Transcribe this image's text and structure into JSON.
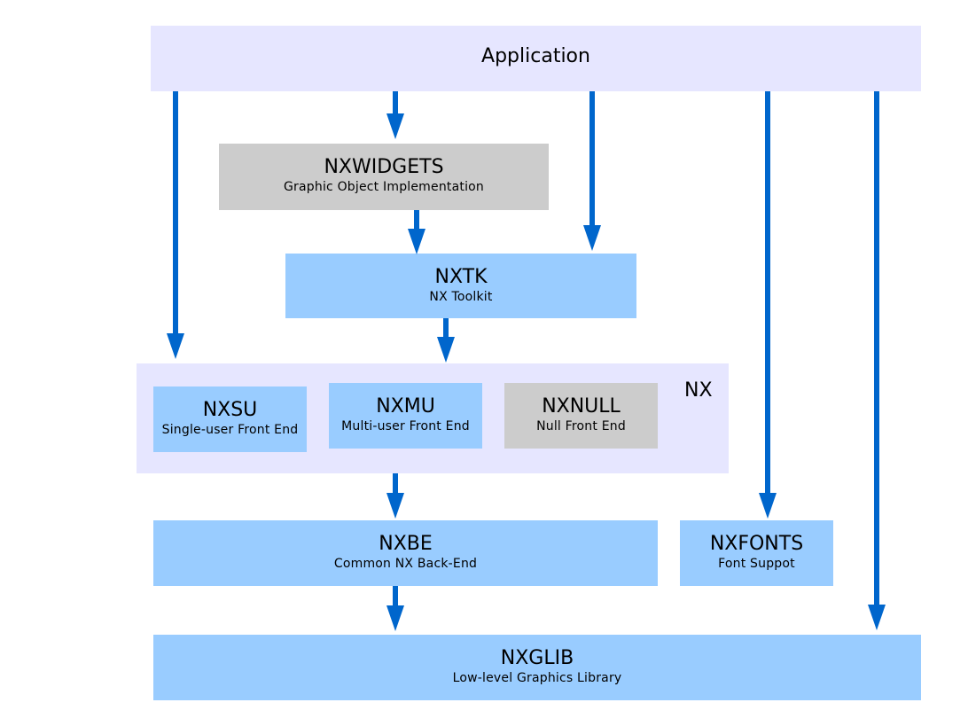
{
  "colors": {
    "blue_box": "#99ccff",
    "gray_box": "#cccccc",
    "lavender": "#e6e6ff",
    "arrow": "#0066cc"
  },
  "application": {
    "label": "Application"
  },
  "nxwidgets": {
    "title": "NXWIDGETS",
    "subtitle": "Graphic Object Implementation"
  },
  "nxtk": {
    "title": "NXTK",
    "subtitle": "NX Toolkit"
  },
  "nx": {
    "label": "NX",
    "nxsu": {
      "title": "NXSU",
      "subtitle": "Single-user Front End"
    },
    "nxmu": {
      "title": "NXMU",
      "subtitle": "Multi-user Front End"
    },
    "nxnull": {
      "title": "NXNULL",
      "subtitle": "Null Front End"
    }
  },
  "nxbe": {
    "title": "NXBE",
    "subtitle": "Common NX Back-End"
  },
  "nxfonts": {
    "title": "NXFONTS",
    "subtitle": "Font Suppot"
  },
  "nxglib": {
    "title": "NXGLIB",
    "subtitle": "Low-level Graphics Library"
  }
}
